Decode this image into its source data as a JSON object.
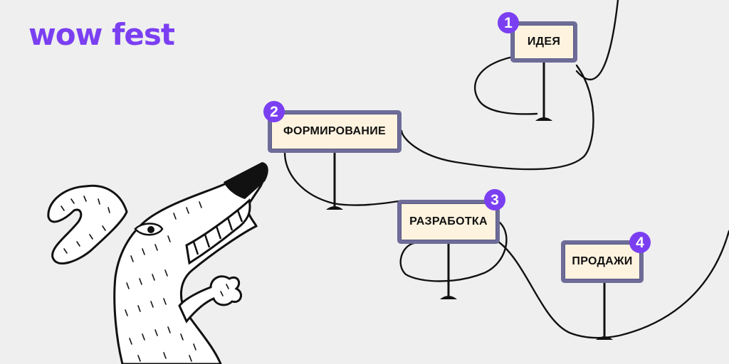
{
  "brand": {
    "logo_text": "wow fest",
    "accent_color": "#7b3ff2"
  },
  "steps": [
    {
      "number": "1",
      "label": "ИДЕЯ"
    },
    {
      "number": "2",
      "label": "ФОРМИРОВАНИЕ"
    },
    {
      "number": "3",
      "label": "РАЗРАБОТКА"
    },
    {
      "number": "4",
      "label": "ПРОДАЖИ"
    }
  ],
  "colors": {
    "background": "#efefef",
    "sign_fill": "#fdf3df",
    "sign_border": "#6e6c98",
    "line": "#111111"
  },
  "illustration": {
    "icon": "dog-illustration-icon"
  }
}
